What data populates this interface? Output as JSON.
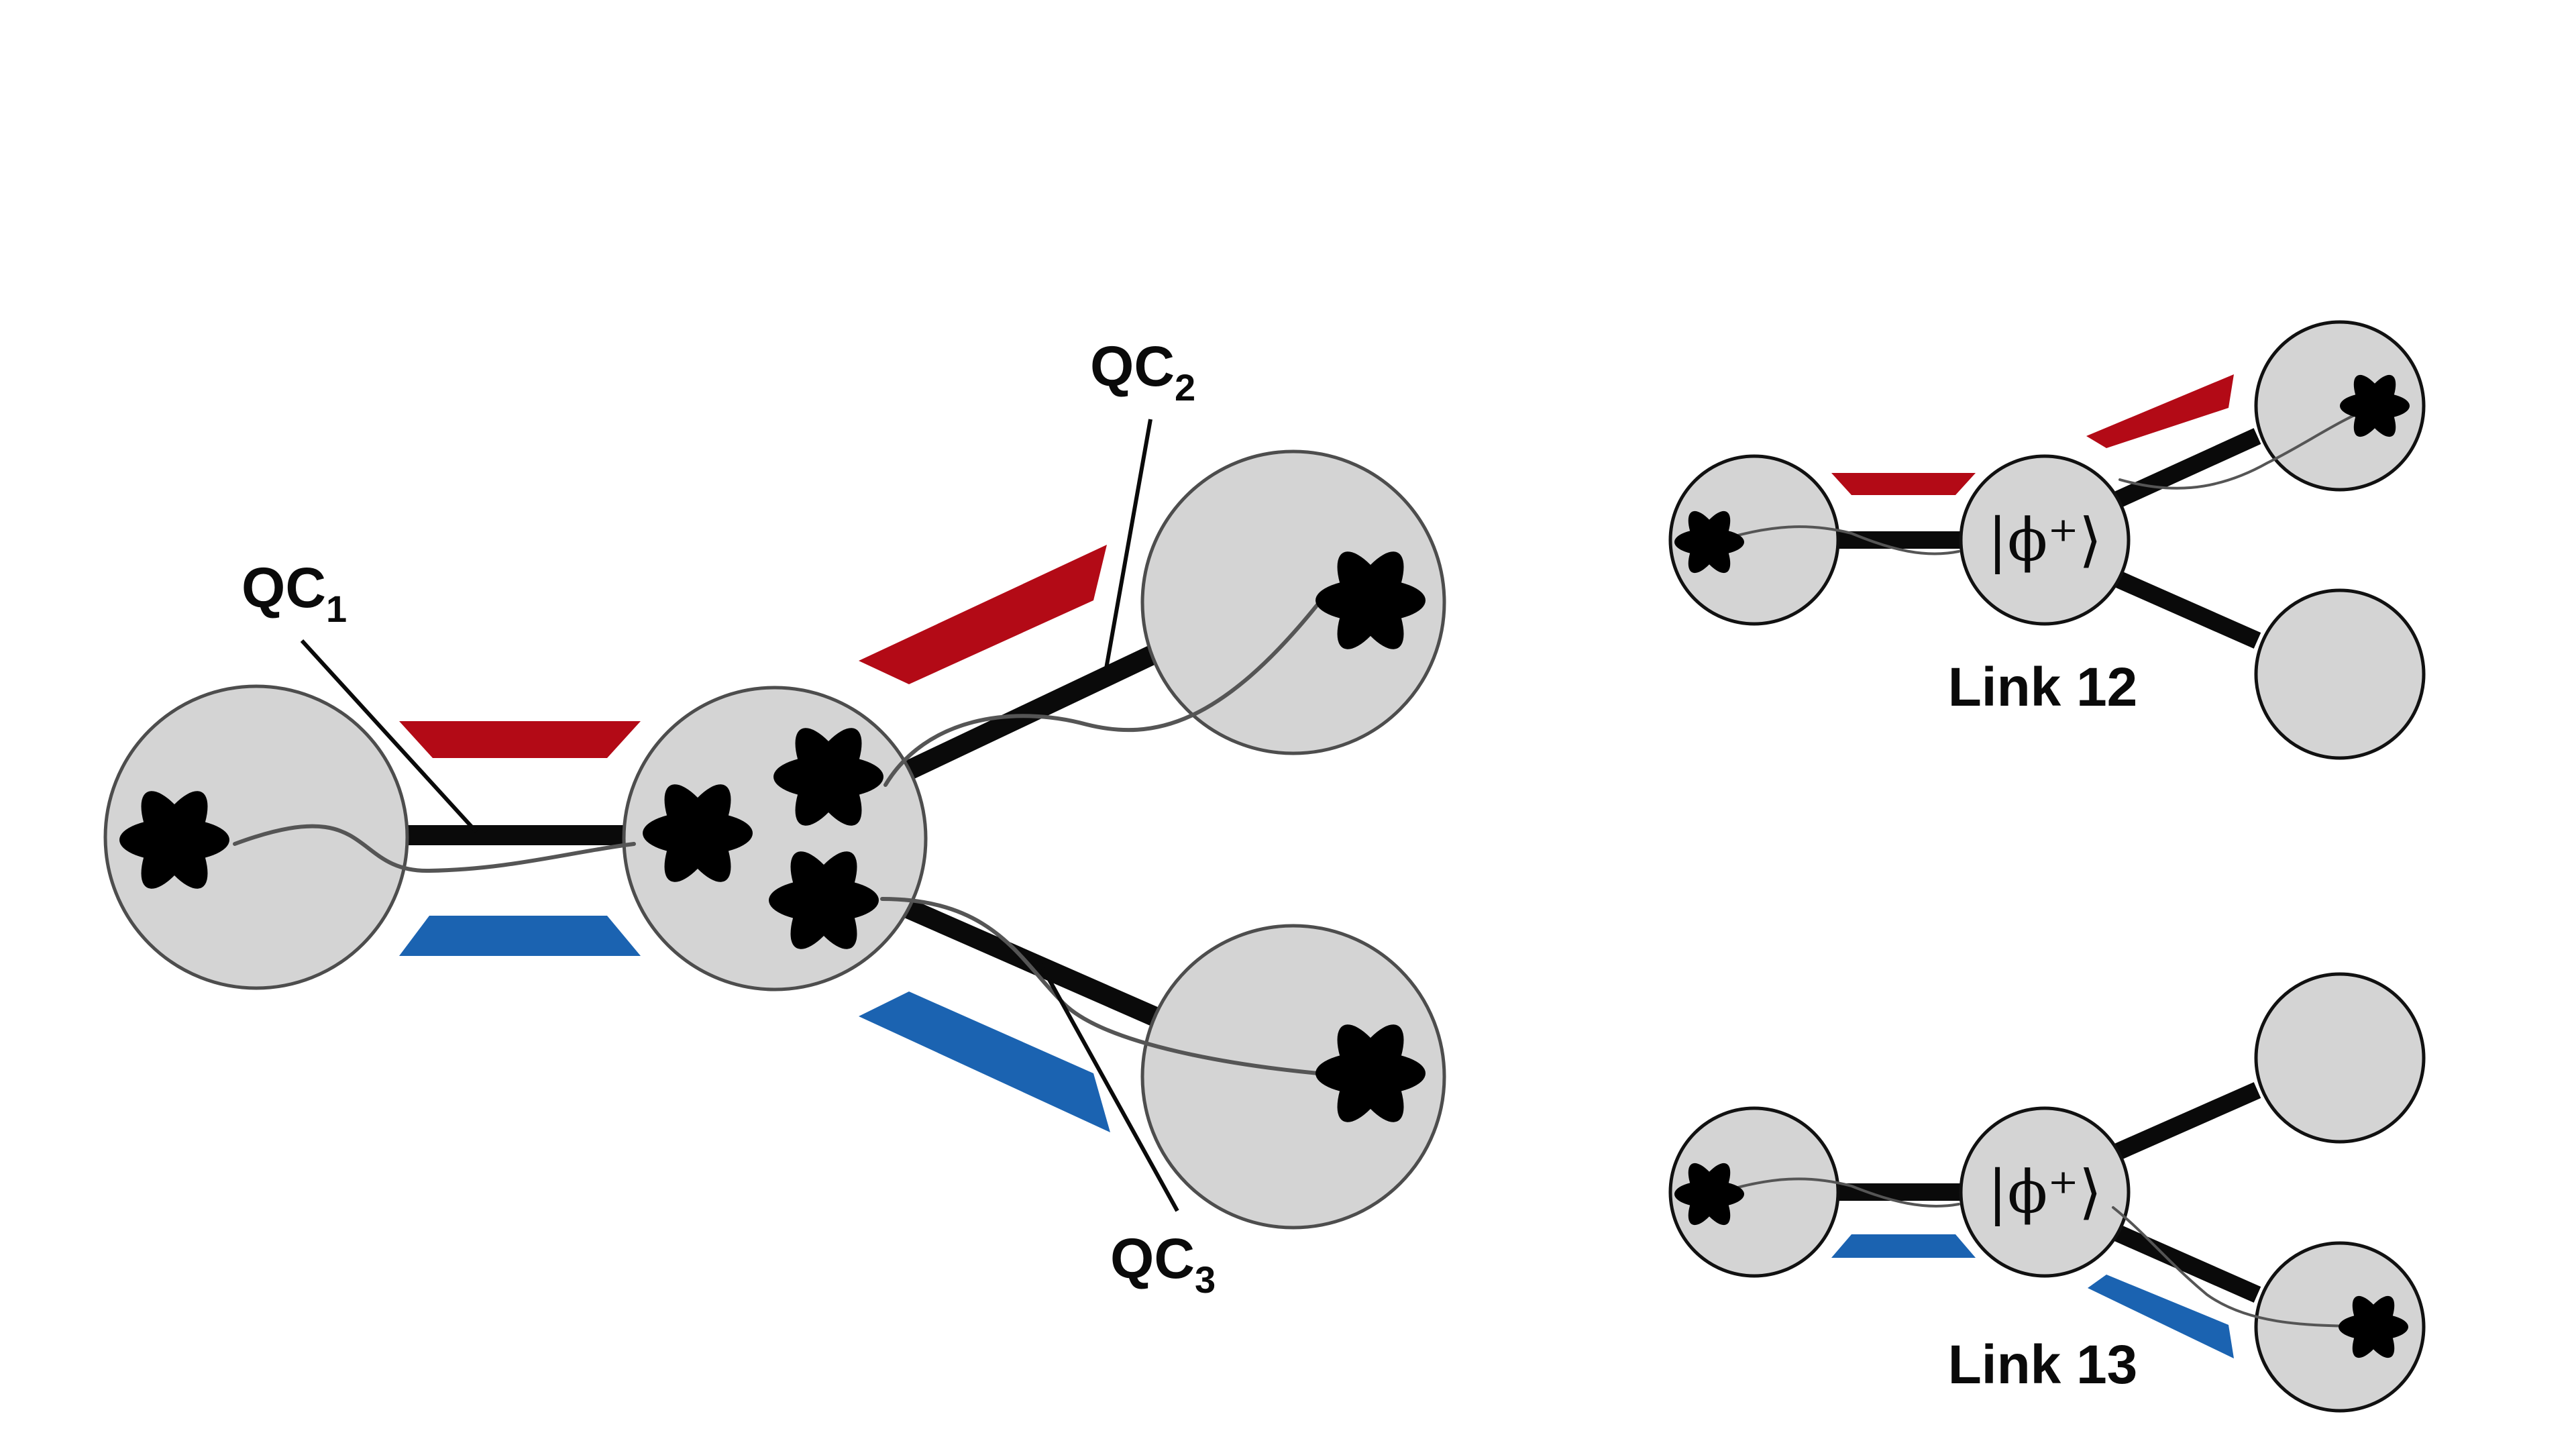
{
  "colors": {
    "red": "#b30a16",
    "blue": "#1b63b1",
    "node_fill": "#d4d4d4",
    "link": "#0a0a0a"
  },
  "labels": {
    "qc1": "QC",
    "qc1_sub": "1",
    "qc2": "QC",
    "qc2_sub": "2",
    "qc3": "QC",
    "qc3_sub": "3",
    "link12": "Link 12",
    "link13": "Link 13",
    "bell_state": "|ϕ⁺⟩",
    "bell_state_bottom": "|ϕ⁺⟩"
  },
  "icons": {
    "atom": "atom-icon"
  }
}
